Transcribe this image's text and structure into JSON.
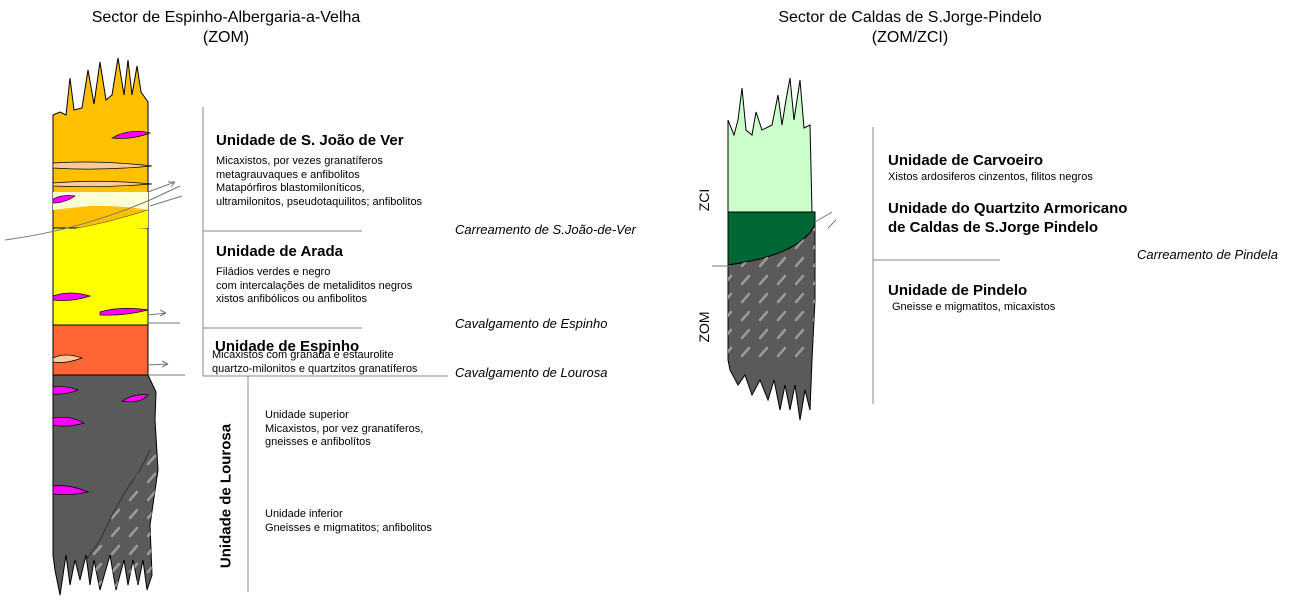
{
  "colors": {
    "orange_yellow": "#ffc000",
    "pale_yellow": "#ffffd5",
    "yellow": "#ffff00",
    "orange": "#ff6633",
    "dark_grey": "#5a5a5a",
    "magenta": "#ff00ff",
    "light_green": "#ccffcc",
    "dark_green": "#006633",
    "pink_lens": "#ffcc99"
  },
  "left": {
    "title_line1": "Sector de Espinho-Albergaria-a-Velha",
    "title_line2": "(ZOM)",
    "units": [
      {
        "name": "Unidade de S. João de Ver",
        "desc": [
          "Micaxistos, por vezes granatíferos",
          "metagrauvaques e anfibolitos",
          "Matapórfiros blastomiloníticos,",
          "ultramilonitos, pseudotaquilitos; anfibolitos"
        ]
      },
      {
        "name": "Unidade de Arada",
        "desc": [
          "Filádios verdes e negro",
          "com intercalações de metaliditos negros",
          "xistos anfibólicos ou anfibolitos"
        ]
      },
      {
        "name": "Unidade de Espinho",
        "desc": [
          "Micaxistos com granada e estaurolite",
          "quartzo-milonitos e quartzitos granatíferos"
        ]
      }
    ],
    "lourosa": {
      "name": "Unidade de Lourosa",
      "upper": [
        "Unidade superior",
        "Micaxistos, por vez granatíferos,",
        "gneisses e anfibolítos"
      ],
      "lower": [
        "Unidade inferior",
        "Gneisses e migmatitos; anfibolitos"
      ]
    },
    "contacts": [
      "Carreamento de S.João-de-Ver",
      "Cavalgamento de Espinho",
      "Cavalgamento de Lourosa"
    ]
  },
  "right": {
    "title_line1": "Sector de Caldas de S.Jorge-Pindelo",
    "title_line2": "(ZOM/ZCI)",
    "zone_upper": "ZCI",
    "zone_lower": "ZOM",
    "units": [
      {
        "name": "Unidade de Carvoeiro",
        "desc": [
          "Xistos ardosiferos cinzentos, filitos negros"
        ]
      },
      {
        "name_line1": "Unidade do Quartzito Armoricano",
        "name_line2": "de Caldas de S.Jorge Pindelo"
      },
      {
        "name": "Unidade de Pindelo",
        "desc": [
          "Gneisse e migmatitos, micaxistos"
        ]
      }
    ],
    "contact": "Carreamento de Pindela"
  }
}
